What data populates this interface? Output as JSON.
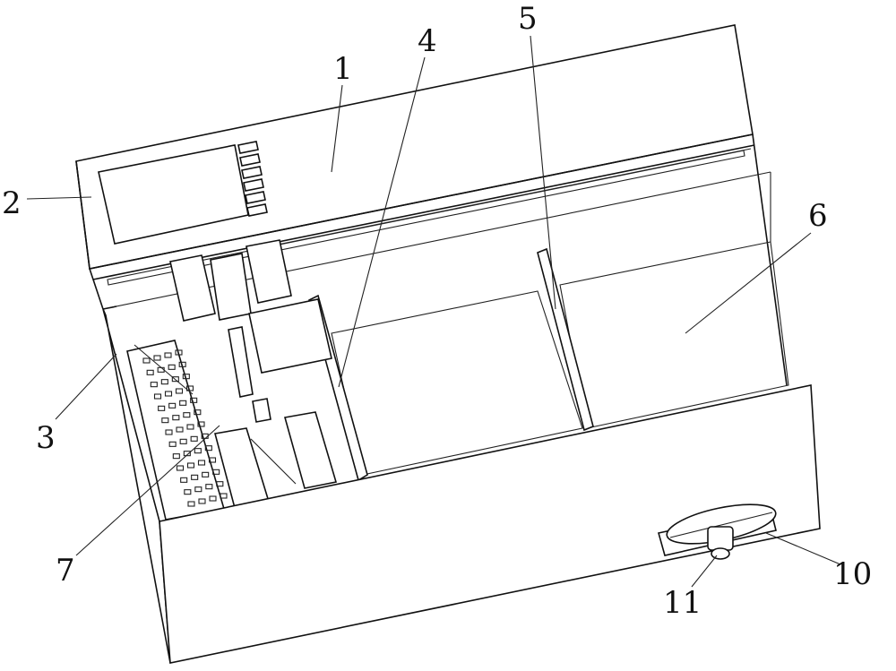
{
  "figure": {
    "labels": {
      "housing": "1",
      "display_screen": "2",
      "drawer_side": "3",
      "partition_left": "4",
      "partition_right": "5",
      "compartment": "6",
      "test_tube_rack": "7",
      "handle_base": "10",
      "knob": "11"
    }
  }
}
